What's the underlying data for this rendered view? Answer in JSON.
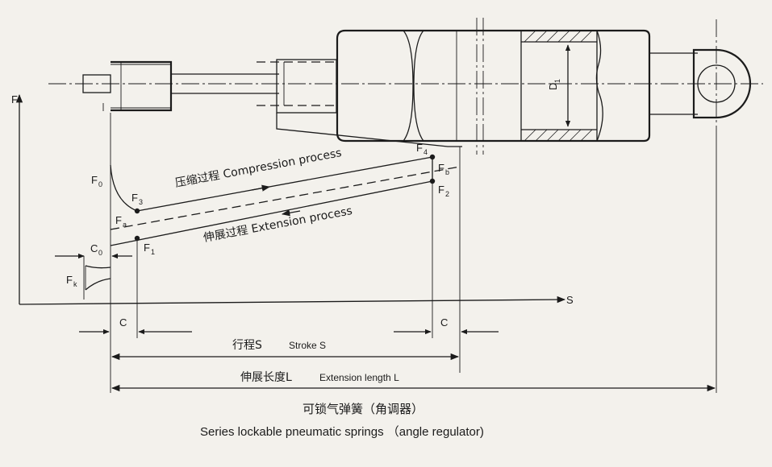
{
  "labels": {
    "f_axis": "F",
    "s_axis": "S",
    "f0": "F",
    "f0_sub": "0",
    "fa": "F",
    "fa_sub": "a",
    "f1": "F",
    "f1_sub": "1",
    "f2": "F",
    "f2_sub": "2",
    "f3": "F",
    "f3_sub": "3",
    "f4": "F",
    "f4_sub": "4",
    "fb": "F",
    "fb_sub": "b",
    "fk": "F",
    "fk_sub": "k",
    "c0": "C",
    "c0_sub": "0",
    "c_left": "C",
    "c_right": "C",
    "d1": "D",
    "d1_sub": "1"
  },
  "processes": {
    "compression": "压缩过程 Compression process",
    "extension": "伸展过程 Extension process"
  },
  "dimensions": {
    "stroke_cn": "行程S",
    "stroke_en": "Stroke S",
    "length_cn": "伸展长度L",
    "length_en": "Extension length L"
  },
  "caption": {
    "cn": "可锁气弹簧（角调器）",
    "en": "Series lockable pneumatic springs  （angle regulator)"
  }
}
